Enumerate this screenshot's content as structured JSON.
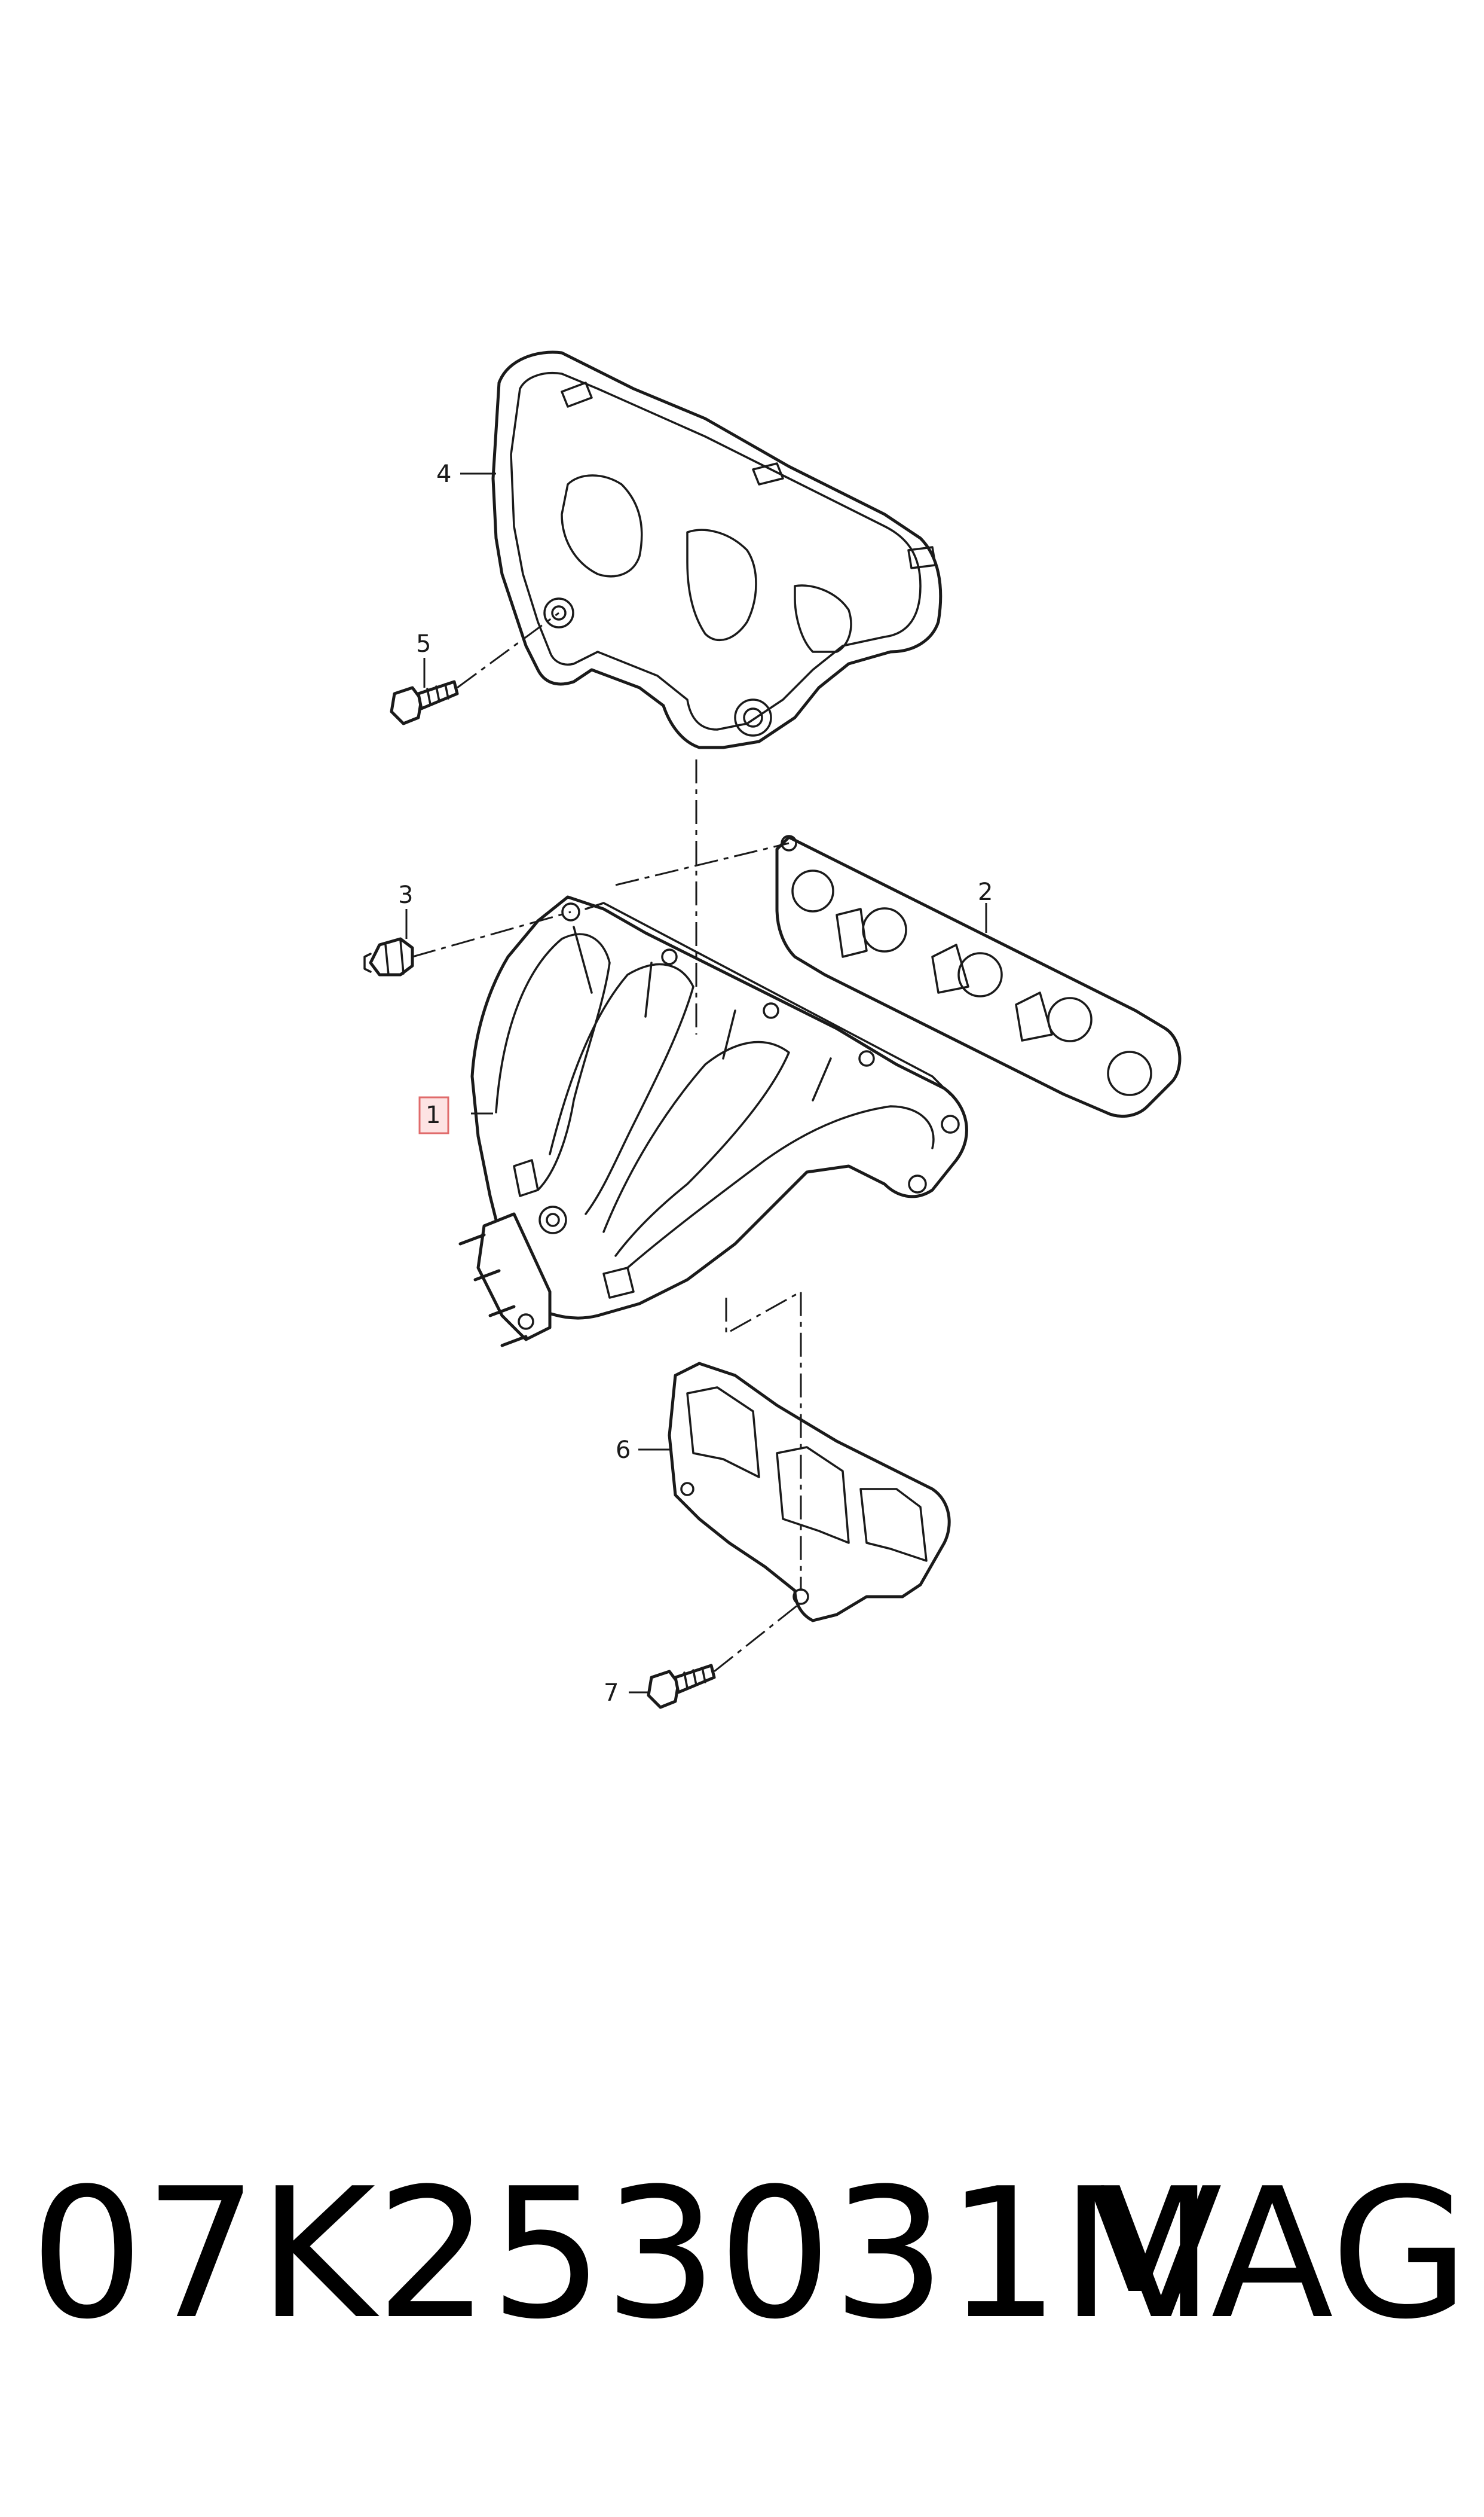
{
  "diagram": {
    "callouts": [
      "1",
      "2",
      "3",
      "4",
      "5",
      "6",
      "7"
    ],
    "highlighted_callout": "1",
    "highlight_color": "#e06b6b"
  },
  "footer": {
    "part_number": "07K253031M",
    "brand": "VAG"
  }
}
